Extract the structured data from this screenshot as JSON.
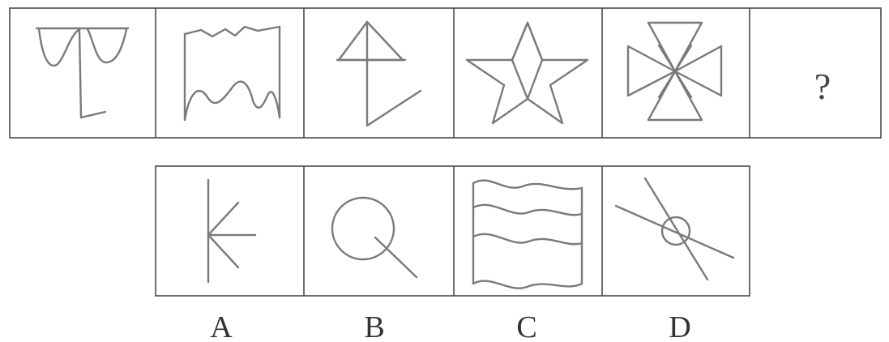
{
  "question_row": {
    "figures": [
      {
        "name": "figure-1",
        "shape": "t-with-curved-arms-and-hook"
      },
      {
        "name": "figure-2",
        "shape": "frame-with-wavy-top-and-bottom"
      },
      {
        "name": "figure-3",
        "shape": "triangle-with-crossbar-and-check-tail"
      },
      {
        "name": "figure-4",
        "shape": "star-with-inner-diamond"
      },
      {
        "name": "figure-5",
        "shape": "bowtie-cross"
      }
    ],
    "unknown_symbol": "?"
  },
  "options": [
    {
      "letter": "A",
      "shape": "vertical-line-with-arrow-fan"
    },
    {
      "letter": "B",
      "shape": "circle-with-diagonal-tail"
    },
    {
      "letter": "C",
      "shape": "wavy-flag-with-stripes"
    },
    {
      "letter": "D",
      "shape": "small-circle-crossed-by-two-lines"
    }
  ],
  "colors": {
    "stroke": "#7a7a7a",
    "border": "#4a4a4a",
    "background": "#ffffff"
  }
}
